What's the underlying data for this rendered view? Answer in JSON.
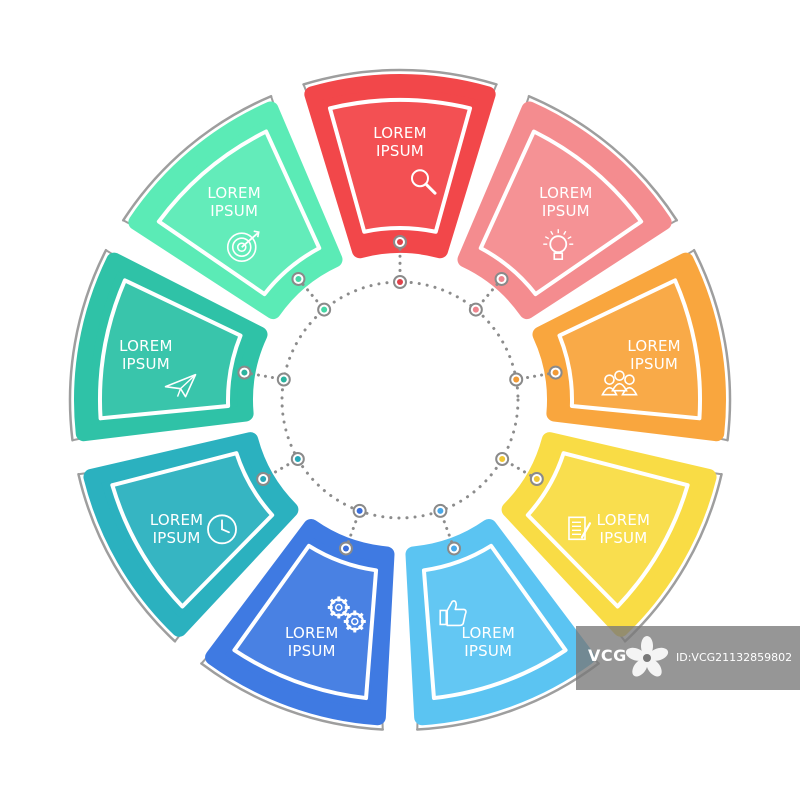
{
  "segments": [
    {
      "line1": "LOREM",
      "line2": "IPSUM",
      "color": "#F2474A",
      "dot_color": "#E0414A",
      "icon": "magnifier-icon"
    },
    {
      "line1": "LOREM",
      "line2": "IPSUM",
      "color": "#F48C8F",
      "dot_color": "#F0858E",
      "icon": "lightbulb-icon"
    },
    {
      "line1": "LOREM",
      "line2": "IPSUM",
      "color": "#F9A63E",
      "dot_color": "#F29B36",
      "icon": "team-icon"
    },
    {
      "line1": "LOREM",
      "line2": "IPSUM",
      "color": "#F9DC45",
      "dot_color": "#F0C736",
      "icon": "document-icon"
    },
    {
      "line1": "LOREM",
      "line2": "IPSUM",
      "color": "#5BC4F2",
      "dot_color": "#4AA8E8",
      "icon": "thumbs-up-icon"
    },
    {
      "line1": "LOREM",
      "line2": "IPSUM",
      "color": "#3F7AE2",
      "dot_color": "#3B6FDB",
      "icon": "gears-icon"
    },
    {
      "line1": "LOREM",
      "line2": "IPSUM",
      "color": "#2BB1BF",
      "dot_color": "#28A8B8",
      "icon": "clock-icon"
    },
    {
      "line1": "LOREM",
      "line2": "IPSUM",
      "color": "#2FC2A7",
      "dot_color": "#2BB39F",
      "icon": "paper-plane-icon"
    },
    {
      "line1": "LOREM",
      "line2": "IPSUM",
      "color": "#5BEBB6",
      "dot_color": "#45D8A6",
      "icon": "target-icon"
    }
  ],
  "frame_color": "#9E9E9E",
  "dotted_color": "#8C8C8C",
  "watermark": {
    "logo": "VCG",
    "id": "ID:VCG21132859802"
  }
}
